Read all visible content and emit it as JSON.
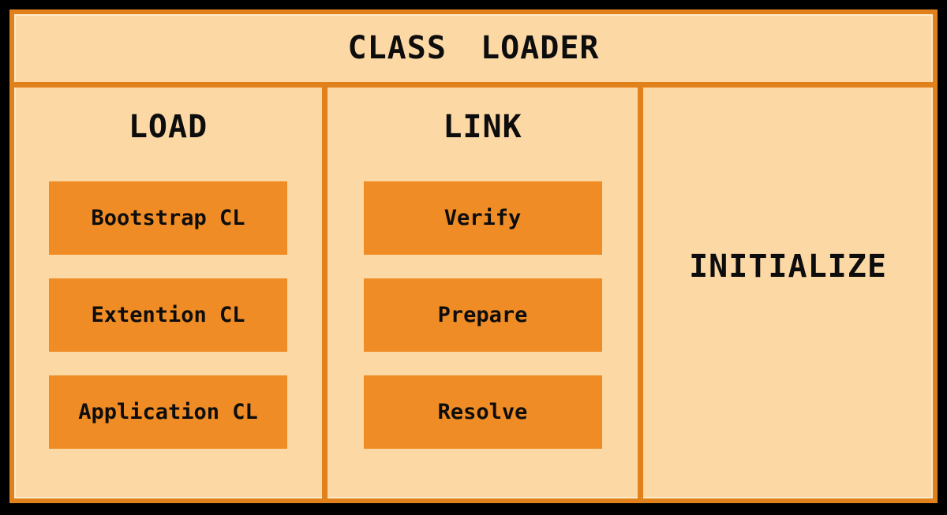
{
  "diagram": {
    "title": "CLASS LOADER",
    "colors": {
      "page_background": "#000000",
      "panel_fill": "#fcd8a4",
      "border_orange": "#e1811c",
      "box_fill": "#ef8c25",
      "text": "#0d0d0d"
    },
    "columns": [
      {
        "id": "load",
        "label": "LOAD",
        "boxes": [
          "Bootstrap CL",
          "Extention CL",
          "Application CL"
        ]
      },
      {
        "id": "link",
        "label": "LINK",
        "boxes": [
          "Verify",
          "Prepare",
          "Resolve"
        ]
      },
      {
        "id": "initialize",
        "label": "INITIALIZE",
        "boxes": []
      }
    ]
  }
}
